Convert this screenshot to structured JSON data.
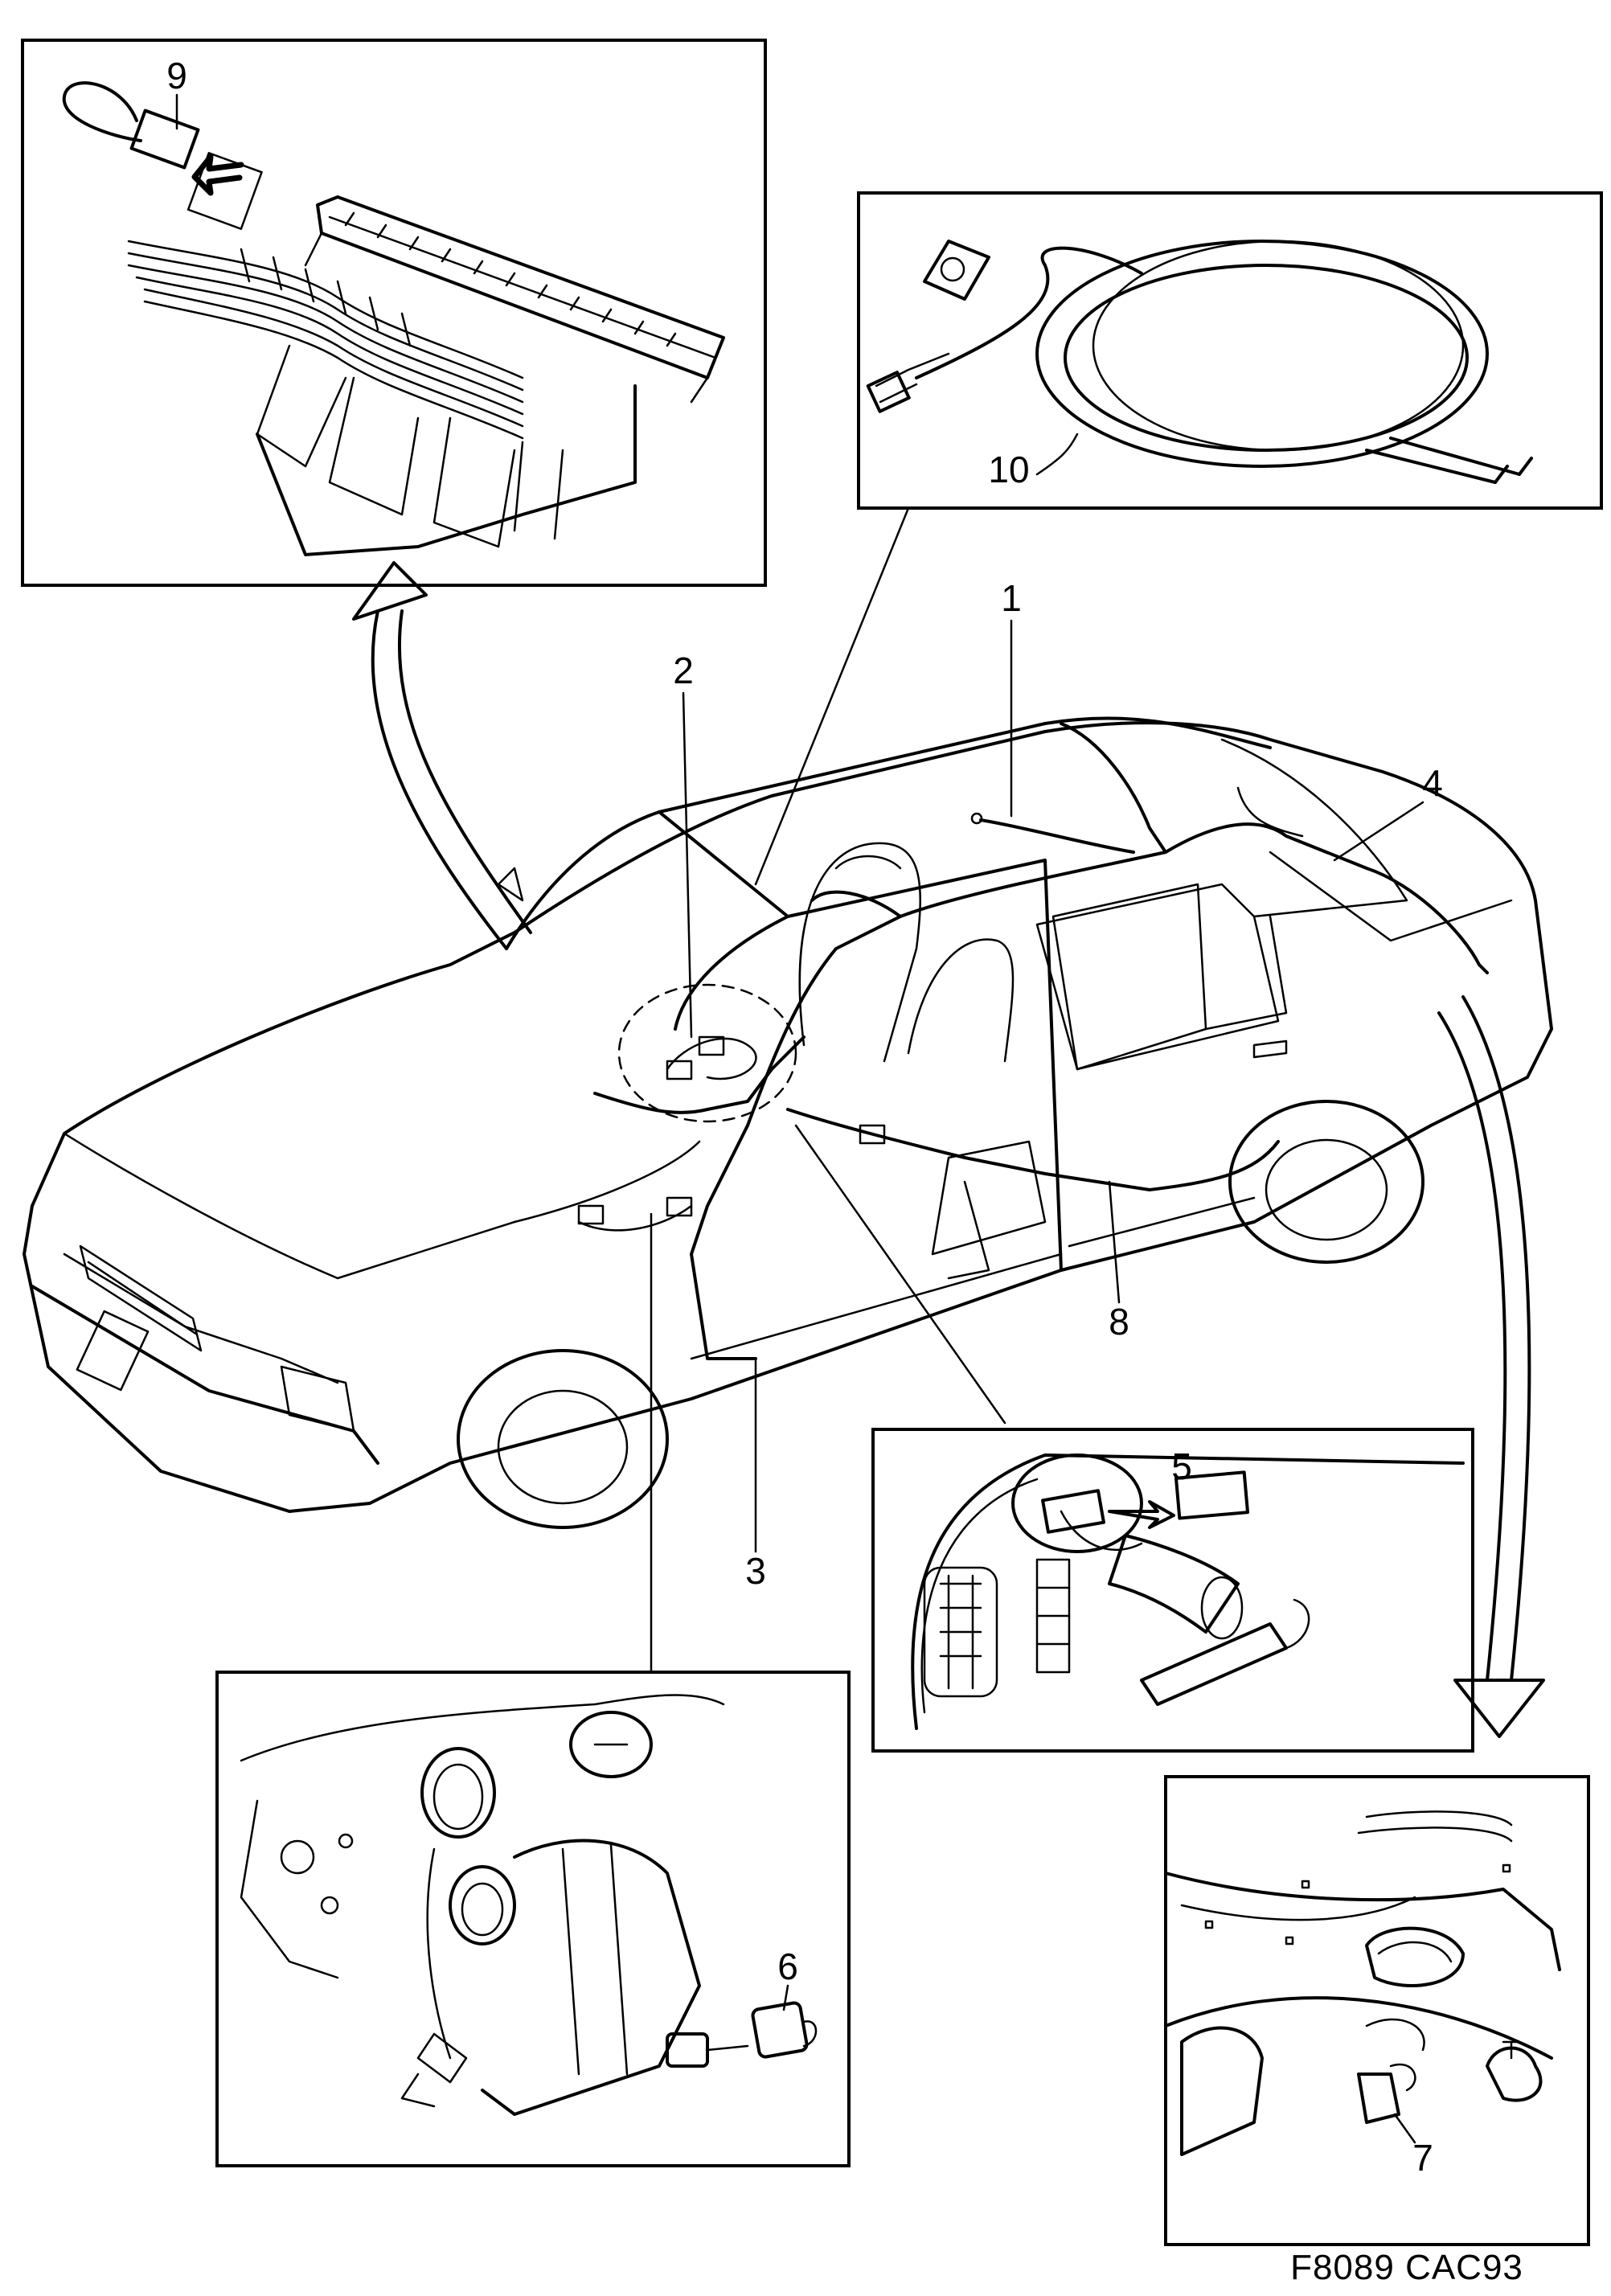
{
  "figure": {
    "code": "F8089 CAC93"
  },
  "callouts": [
    {
      "id": "c1",
      "label": "1"
    },
    {
      "id": "c2",
      "label": "2"
    },
    {
      "id": "c3",
      "label": "3"
    },
    {
      "id": "c4",
      "label": "4"
    },
    {
      "id": "c5",
      "label": "5"
    },
    {
      "id": "c6",
      "label": "6"
    },
    {
      "id": "c7",
      "label": "7"
    },
    {
      "id": "c8",
      "label": "8"
    },
    {
      "id": "c9",
      "label": "9"
    },
    {
      "id": "c10",
      "label": "10"
    }
  ],
  "insets": {
    "top_left": {
      "callouts": [
        "9"
      ],
      "icons": [
        "wiring-harness-icon",
        "fuse-box-icon",
        "connector-loop-icon"
      ]
    },
    "top_right": {
      "callouts": [
        "10"
      ],
      "icons": [
        "coiled-cable-icon"
      ]
    },
    "middle_right": {
      "callouts": [
        "5"
      ],
      "icons": [
        "connector-plug-icon"
      ]
    },
    "bottom_left": {
      "callouts": [
        "6"
      ],
      "icons": [
        "heater-unit-icon",
        "connector-icon"
      ]
    },
    "bottom_right": {
      "callouts": [
        "7"
      ],
      "icons": [
        "trunk-lid-icon",
        "connector-icon"
      ]
    }
  },
  "main_view": {
    "icons": [
      "car-icon",
      "wiring-harness-icon",
      "seat-icon"
    ]
  }
}
